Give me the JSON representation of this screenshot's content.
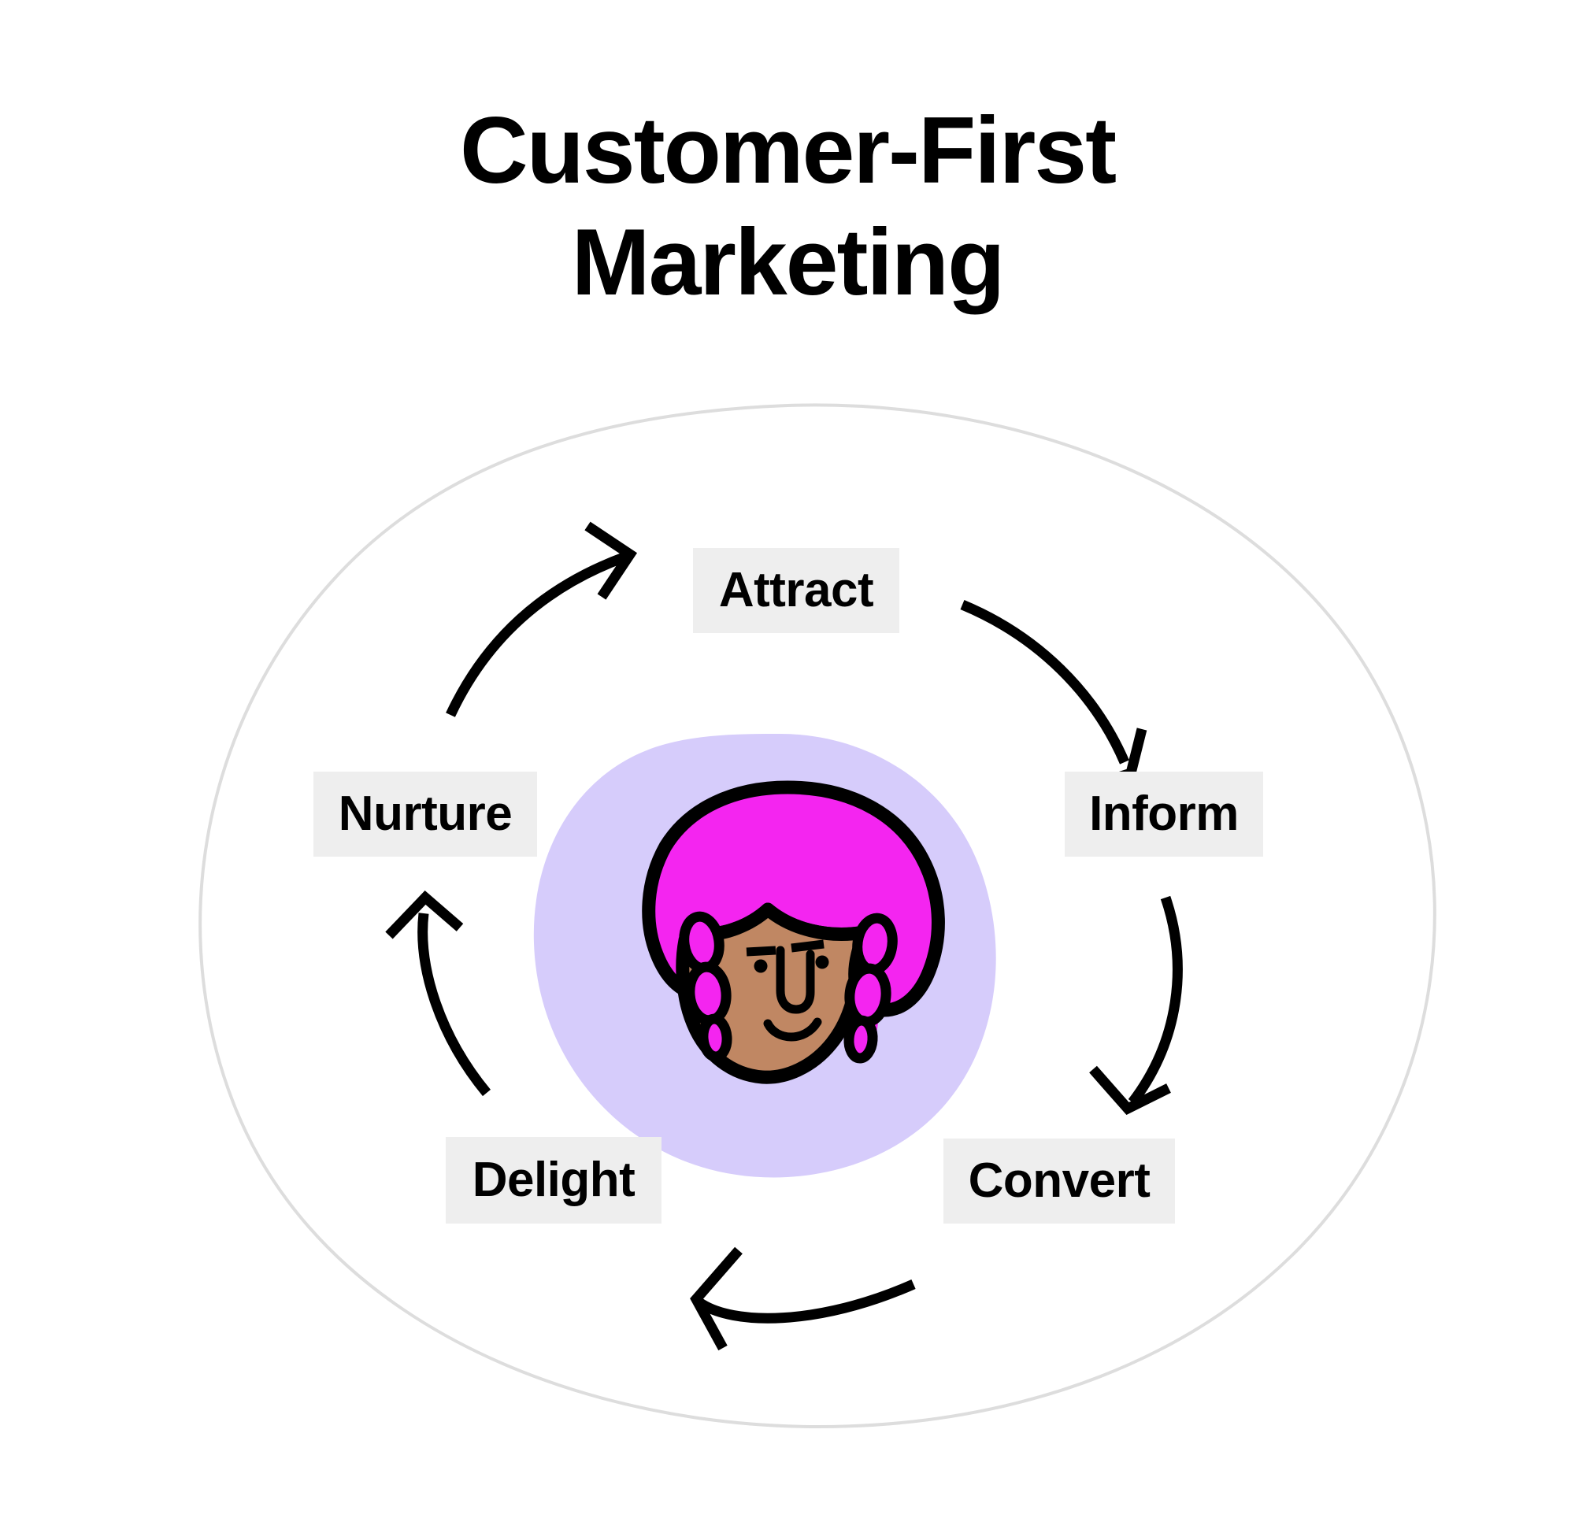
{
  "title": {
    "line1": "Customer-First",
    "line2": "Marketing"
  },
  "diagram": {
    "type": "cycle",
    "description": "Circular five-stage customer-first marketing lifecycle with a customer avatar at the center",
    "center_avatar": {
      "name": "customer-avatar",
      "hair_color": "#F425F0",
      "skin_color": "#C08763",
      "outline_color": "#000000",
      "blob_color": "#D6CCFB"
    },
    "boundary": {
      "name": "cycle-boundary-oval",
      "stroke_color": "#DDDDDD"
    },
    "label_background": "#EEEEEE",
    "label_text_color": "#000000",
    "arrow_color": "#000000",
    "stages": [
      {
        "id": "attract",
        "label": "Attract",
        "order": 1
      },
      {
        "id": "inform",
        "label": "Inform",
        "order": 2
      },
      {
        "id": "convert",
        "label": "Convert",
        "order": 3
      },
      {
        "id": "delight",
        "label": "Delight",
        "order": 4
      },
      {
        "id": "nurture",
        "label": "Nurture",
        "order": 5
      }
    ],
    "arrows": [
      {
        "id": "nurture-to-attract",
        "from": "Nurture",
        "to": "Attract",
        "direction": "clockwise"
      },
      {
        "id": "attract-to-inform",
        "from": "Attract",
        "to": "Inform",
        "direction": "clockwise"
      },
      {
        "id": "inform-to-convert",
        "from": "Inform",
        "to": "Convert",
        "direction": "clockwise"
      },
      {
        "id": "convert-to-delight",
        "from": "Convert",
        "to": "Delight",
        "direction": "clockwise"
      },
      {
        "id": "delight-to-nurture",
        "from": "Delight",
        "to": "Nurture",
        "direction": "clockwise"
      }
    ]
  }
}
